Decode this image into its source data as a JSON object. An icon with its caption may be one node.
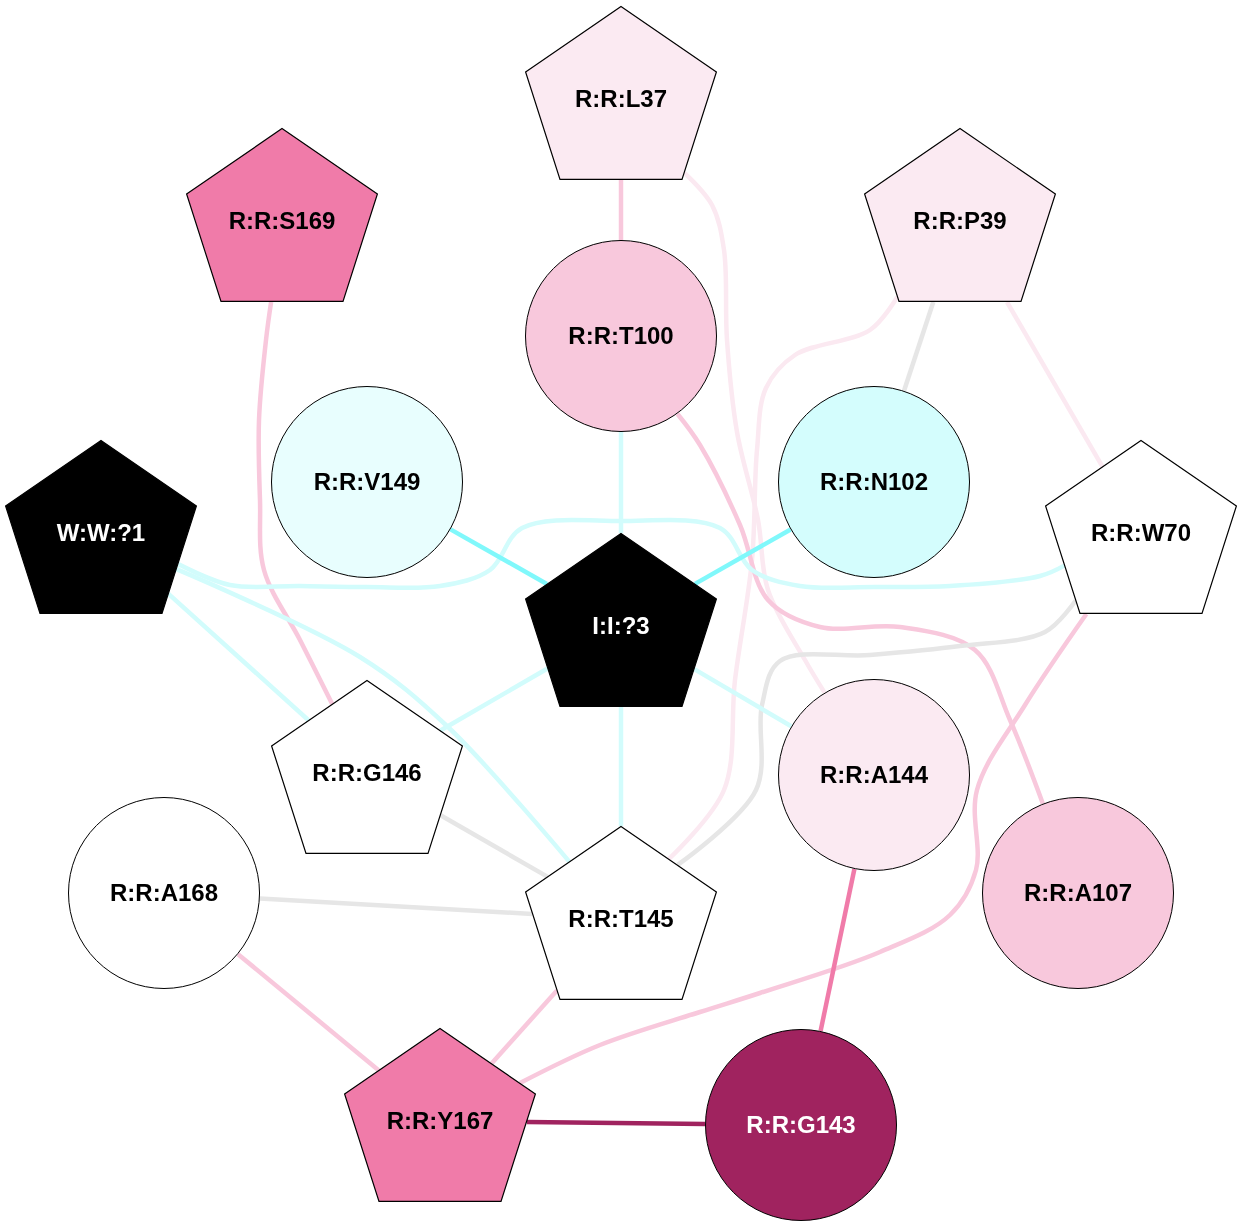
{
  "diagram": {
    "nodes": [
      {
        "text": [
          "R:R:L37"
        ]
      },
      {
        "text": [
          "R:R:S169"
        ]
      },
      {
        "text": [
          "R:R:P39"
        ]
      },
      {
        "text": [
          "R:R:T100"
        ]
      },
      {
        "text": [
          "W:W:?1"
        ]
      },
      {
        "text": [
          "R:R:V149"
        ]
      },
      {
        "text": [
          "R:R:N102"
        ]
      },
      {
        "text": [
          "R:R:W70"
        ]
      },
      {
        "text": [
          "I:I:?3"
        ]
      },
      {
        "text": [
          "R:R:G146"
        ]
      },
      {
        "text": [
          "R:R:A144"
        ]
      },
      {
        "text": [
          "R:R:A168"
        ]
      },
      {
        "text": [
          "R:R:T145"
        ]
      },
      {
        "text": [
          "R:R:A107"
        ]
      },
      {
        "text": [
          "R:R:Y167"
        ]
      },
      {
        "text": [
          "R:R:G143"
        ]
      }
    ],
    "edges": [
      {
        "from": 0,
        "to": 3,
        "arrow": "none",
        "color": "#f8c8dc"
      },
      {
        "from": 0,
        "to": 10,
        "arrow": "none",
        "color": "#fbe9f1"
      },
      {
        "from": 1,
        "to": 9,
        "arrow": "none",
        "color": "#f8c8dc"
      },
      {
        "from": 2,
        "to": 6,
        "arrow": "none",
        "color": "#e6e6e6"
      },
      {
        "from": 2,
        "to": 7,
        "arrow": "none",
        "color": "#fbe9f1"
      },
      {
        "from": 2,
        "to": 12,
        "arrow": "none",
        "color": "#fbe9f1"
      },
      {
        "from": 3,
        "to": 8,
        "arrow": "none"
      },
      {
        "from": 3,
        "to": 13,
        "arrow": "none",
        "color": "#f8c8dc"
      },
      {
        "from": 4,
        "to": 7,
        "arrow": "none"
      },
      {
        "from": 4,
        "to": 9,
        "arrow": "none"
      },
      {
        "from": 4,
        "to": 12,
        "arrow": "none"
      },
      {
        "from": 5,
        "to": 8,
        "arrow": "none",
        "color": "#80f8fb"
      },
      {
        "from": 6,
        "to": 8,
        "arrow": "none",
        "color": "#80f8fb"
      },
      {
        "from": 7,
        "to": 12,
        "arrow": "none",
        "color": "#e6e6e6"
      },
      {
        "from": 7,
        "to": 14,
        "arrow": "none",
        "color": "#f8c8dc"
      },
      {
        "from": 8,
        "to": 9,
        "arrow": "none"
      },
      {
        "from": 8,
        "to": 10,
        "arrow": "none"
      },
      {
        "from": 8,
        "to": 12,
        "arrow": "none"
      },
      {
        "from": 9,
        "to": 12,
        "arrow": "none",
        "color": "#e6e6e6"
      },
      {
        "from": 10,
        "to": 15,
        "arrow": "none",
        "color": "#f07ba9"
      },
      {
        "from": 11,
        "to": 12,
        "arrow": "none",
        "color": "#e6e6e6"
      },
      {
        "from": 11,
        "to": 14,
        "arrow": "none",
        "color": "#f8c8dc"
      },
      {
        "from": 12,
        "to": 14,
        "arrow": "none",
        "color": "#f8c8dc"
      },
      {
        "from": 14,
        "to": 15,
        "arrow": "none",
        "color": "#a0235f"
      }
    ]
  }
}
